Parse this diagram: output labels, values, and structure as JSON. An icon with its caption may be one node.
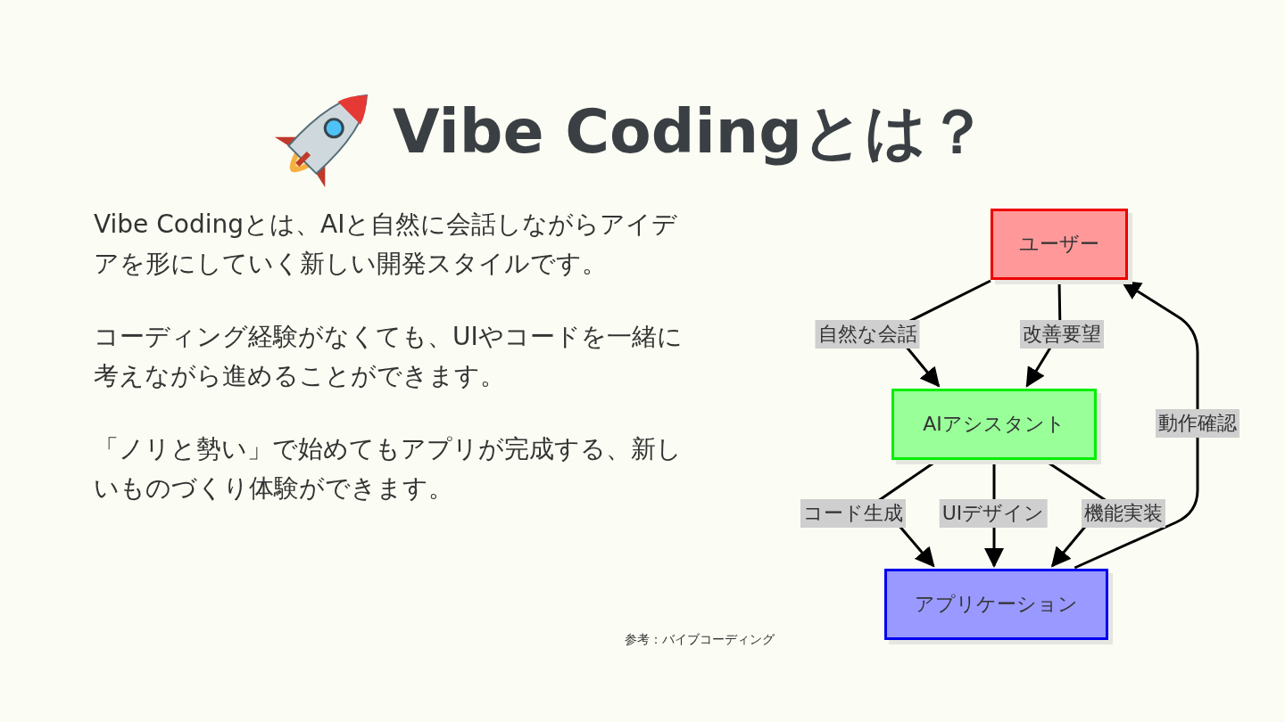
{
  "diagram": {
    "title": "Vibe Codingとは？",
    "nodes": [
      {
        "text": [
          "ユーザー"
        ]
      },
      {
        "text": [
          "AIアシスタント"
        ]
      },
      {
        "text": [
          "アプリケーション"
        ]
      }
    ],
    "edges": [
      {
        "from": 0,
        "to": 1,
        "arrow": "to",
        "label": "自然な会話"
      },
      {
        "from": 0,
        "to": 1,
        "arrow": "to",
        "label": "改善要望"
      },
      {
        "from": 1,
        "to": 2,
        "arrow": "to",
        "label": "コード生成"
      },
      {
        "from": 1,
        "to": 2,
        "arrow": "to",
        "label": "UIデザイン"
      },
      {
        "from": 1,
        "to": 2,
        "arrow": "to",
        "label": "機能実装"
      },
      {
        "from": 2,
        "to": 0,
        "arrow": "to",
        "label": "動作確認"
      }
    ],
    "labels": [
      "Vibe Codingとは、AIと自然に会話しながらアイデアを形にしていく新しい開発スタイルです。",
      "コーディング経験がなくても、UIやコードを一緒に考えながら進めることができます。",
      "「ノリと勢い」で始めてもアプリが完成する、新しいものづくり体験ができます。",
      "参考：バイブコーディング"
    ]
  }
}
